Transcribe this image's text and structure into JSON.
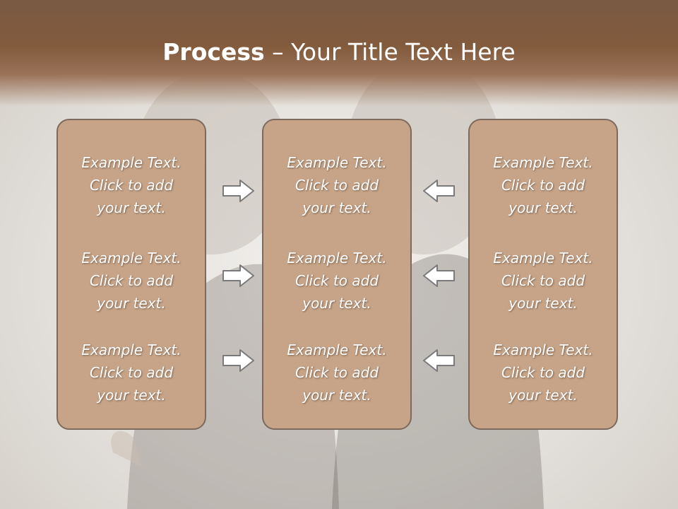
{
  "title": {
    "bold": "Process",
    "rest": " – Your Title Text Here"
  },
  "colors": {
    "header": "#835b3d",
    "panel_fill": "#c7a488",
    "panel_border": "#7d6a5c",
    "text": "#ffffff"
  },
  "columns": [
    {
      "cells": [
        [
          "Example Text.",
          "Click  to add",
          "your text."
        ],
        [
          "Example Text.",
          "Click  to add",
          "your text."
        ],
        [
          "Example Text.",
          "Click  to add",
          "your text."
        ]
      ]
    },
    {
      "cells": [
        [
          "Example Text.",
          "Click  to add",
          "your text."
        ],
        [
          "Example Text.",
          "Click  to add",
          "your text."
        ],
        [
          "Example Text.",
          "Click  to add",
          "your text."
        ]
      ]
    },
    {
      "cells": [
        [
          "Example Text.",
          "Click  to add",
          "your text."
        ],
        [
          "Example Text.",
          "Click  to add",
          "your text."
        ],
        [
          "Example Text.",
          "Click  to add",
          "your text."
        ]
      ]
    }
  ],
  "arrows": {
    "left_to_center": [
      "right-arrow-icon",
      "right-arrow-icon",
      "right-arrow-icon"
    ],
    "right_to_center": [
      "left-arrow-icon",
      "left-arrow-icon",
      "left-arrow-icon"
    ]
  }
}
